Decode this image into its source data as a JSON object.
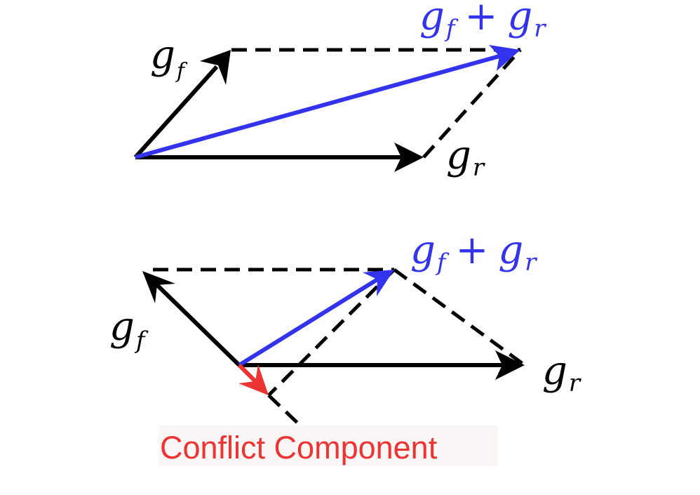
{
  "colors": {
    "vector": "#000000",
    "sum_vector": "#3333ee",
    "conflict": "#ee3333",
    "guide_line": "#000000",
    "background": "#ffffff",
    "conflict_label_bg": "#fbf6f6"
  },
  "top_diagram": {
    "gf_label": {
      "base": "g",
      "sub": "f"
    },
    "gr_label": {
      "base": "g",
      "sub": "r"
    },
    "sum_label": {
      "base1": "g",
      "sub1": "f",
      "op": "+",
      "base2": "g",
      "sub2": "r"
    }
  },
  "bottom_diagram": {
    "gf_label": {
      "base": "g",
      "sub": "f"
    },
    "gr_label": {
      "base": "g",
      "sub": "r"
    },
    "sum_label": {
      "base1": "g",
      "sub1": "f",
      "op": "+",
      "base2": "g",
      "sub2": "r"
    },
    "conflict_label": "Conflict Component"
  }
}
